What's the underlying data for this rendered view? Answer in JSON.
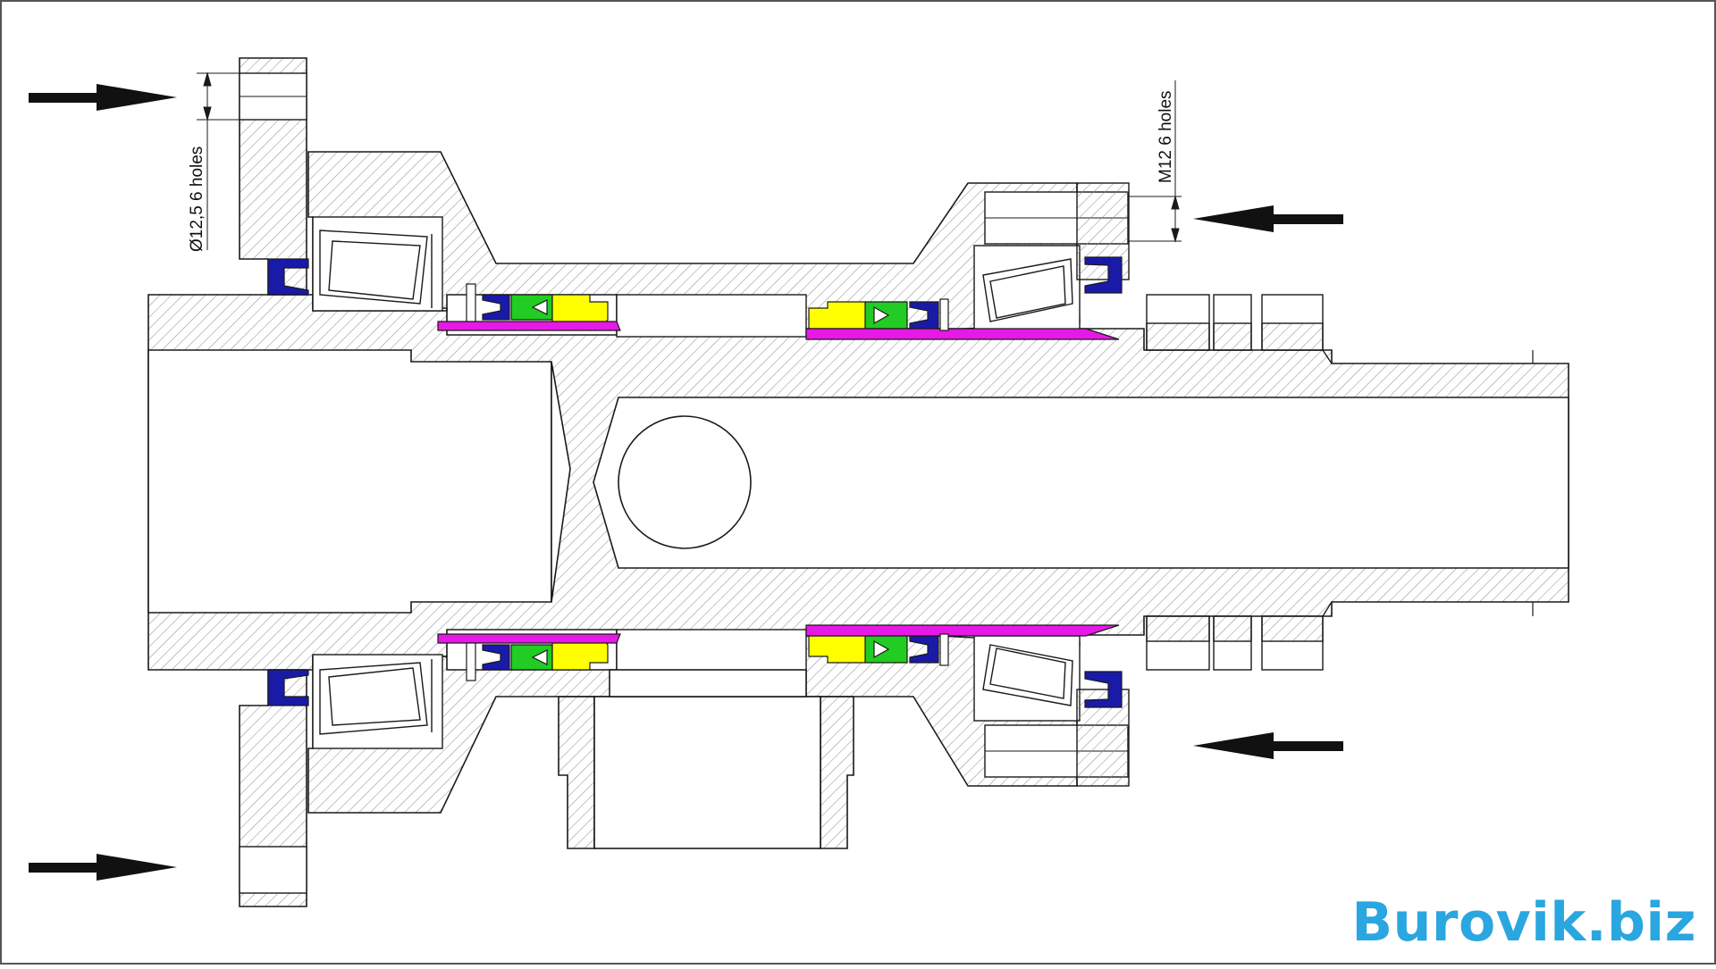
{
  "annotations": {
    "left_holes": "Ø12,5 6 holes",
    "right_holes": "M12 6 holes"
  },
  "brand": "Burovik.biz",
  "colors": {
    "lip_seal": "#1a1aa8",
    "wiper_ring": "#22cc22",
    "packing_ring": "#ffff00",
    "sleeve": "#e619e6",
    "brand": "#2aa6e0",
    "line": "#1a1a1a"
  }
}
